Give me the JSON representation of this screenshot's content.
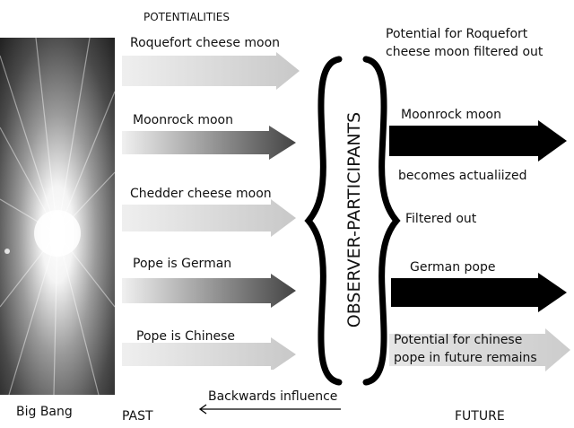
{
  "header": {
    "potentialities": "POTENTIALITIES"
  },
  "left_arrows": [
    {
      "label": "Roquefort cheese moon",
      "style": "light"
    },
    {
      "label": "Moonrock moon",
      "style": "dark"
    },
    {
      "label": "Chedder cheese moon",
      "style": "light"
    },
    {
      "label": "Pope is German",
      "style": "dark"
    },
    {
      "label": "Pope is Chinese",
      "style": "light"
    }
  ],
  "observer": {
    "label": "OBSERVER-PARTICIPANTS"
  },
  "right": {
    "roquefort_line1": "Potential for Roquefort",
    "roquefort_line2": "cheese moon filtered out",
    "moonrock": "Moonrock moon",
    "actualized": "becomes actualiized",
    "filtered": "Filtered out",
    "german": "German pope",
    "chinese_line1": "Potential for chinese",
    "chinese_line2": "pope in future remains"
  },
  "bottom": {
    "big_bang": "Big Bang",
    "past": "PAST",
    "backwards": "Backwards influence",
    "future": "FUTURE"
  },
  "colors": {
    "light_arrow": "#d8d8d8",
    "dark_arrow": "#555555",
    "black_arrow": "#000000"
  }
}
